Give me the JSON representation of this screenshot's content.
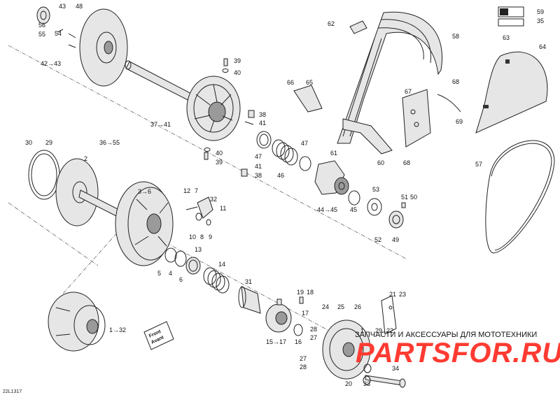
{
  "diagram_code": "22L1317",
  "front_sign": [
    "Front",
    "Avant"
  ],
  "watermark": {
    "caption": "ЗАПЧАСТИ И АКСЕССУАРЫ ДЛЯ МОТОТЕХНИКИ",
    "brand": "PARTSFOR.RU",
    "brand_color": "#ff3b32"
  },
  "callouts": [
    {
      "id": "c56",
      "text": "56"
    },
    {
      "id": "c55",
      "text": "55"
    },
    {
      "id": "c54",
      "text": "54"
    },
    {
      "id": "c43",
      "text": "43"
    },
    {
      "id": "c48",
      "text": "48"
    },
    {
      "id": "c4243",
      "text": "42→43"
    },
    {
      "id": "c39a",
      "text": "39"
    },
    {
      "id": "c40a",
      "text": "40"
    },
    {
      "id": "c3741",
      "text": "37→41"
    },
    {
      "id": "c38a",
      "text": "38"
    },
    {
      "id": "c41a",
      "text": "41"
    },
    {
      "id": "c3655",
      "text": "36→55"
    },
    {
      "id": "c30",
      "text": "30"
    },
    {
      "id": "c29",
      "text": "29"
    },
    {
      "id": "c2",
      "text": "2"
    },
    {
      "id": "c40b",
      "text": "40"
    },
    {
      "id": "c39b",
      "text": "39"
    },
    {
      "id": "c47a",
      "text": "47"
    },
    {
      "id": "c41b",
      "text": "41"
    },
    {
      "id": "c38b",
      "text": "38"
    },
    {
      "id": "c46",
      "text": "46"
    },
    {
      "id": "c47b",
      "text": "47"
    },
    {
      "id": "c4445",
      "text": "44→45"
    },
    {
      "id": "c45",
      "text": "45"
    },
    {
      "id": "c53",
      "text": "53"
    },
    {
      "id": "c51",
      "text": "51"
    },
    {
      "id": "c50",
      "text": "50"
    },
    {
      "id": "c52",
      "text": "52"
    },
    {
      "id": "c49",
      "text": "49"
    },
    {
      "id": "c36",
      "text": "3→6"
    },
    {
      "id": "c12",
      "text": "12"
    },
    {
      "id": "c7",
      "text": "7"
    },
    {
      "id": "c32a",
      "text": "32"
    },
    {
      "id": "c11",
      "text": "11"
    },
    {
      "id": "c10",
      "text": "10"
    },
    {
      "id": "c8",
      "text": "8"
    },
    {
      "id": "c9",
      "text": "9"
    },
    {
      "id": "c13",
      "text": "13"
    },
    {
      "id": "c5",
      "text": "5"
    },
    {
      "id": "c4",
      "text": "4"
    },
    {
      "id": "c6",
      "text": "6"
    },
    {
      "id": "c14",
      "text": "14"
    },
    {
      "id": "c31",
      "text": "31"
    },
    {
      "id": "c19",
      "text": "19"
    },
    {
      "id": "c18",
      "text": "18"
    },
    {
      "id": "c17",
      "text": "17"
    },
    {
      "id": "c1517",
      "text": "15→17"
    },
    {
      "id": "c16",
      "text": "16"
    },
    {
      "id": "c24",
      "text": "24"
    },
    {
      "id": "c25",
      "text": "25"
    },
    {
      "id": "c26",
      "text": "26"
    },
    {
      "id": "c21",
      "text": "21"
    },
    {
      "id": "c23",
      "text": "23"
    },
    {
      "id": "c28a",
      "text": "28"
    },
    {
      "id": "c27a",
      "text": "27"
    },
    {
      "id": "c1",
      "text": "1"
    },
    {
      "id": "c29b",
      "text": "29"
    },
    {
      "id": "c22",
      "text": "22"
    },
    {
      "id": "c27b",
      "text": "27"
    },
    {
      "id": "c28b",
      "text": "28"
    },
    {
      "id": "c34",
      "text": "34"
    },
    {
      "id": "c20",
      "text": "20"
    },
    {
      "id": "c33",
      "text": "33"
    },
    {
      "id": "c132",
      "text": "1→32"
    },
    {
      "id": "c62",
      "text": "62"
    },
    {
      "id": "c58",
      "text": "58"
    },
    {
      "id": "c59",
      "text": "59"
    },
    {
      "id": "c35",
      "text": "35"
    },
    {
      "id": "c63",
      "text": "63"
    },
    {
      "id": "c64",
      "text": "64"
    },
    {
      "id": "c66",
      "text": "66"
    },
    {
      "id": "c65",
      "text": "65"
    },
    {
      "id": "c68a",
      "text": "68"
    },
    {
      "id": "c67",
      "text": "67"
    },
    {
      "id": "c69",
      "text": "69"
    },
    {
      "id": "c61",
      "text": "61"
    },
    {
      "id": "c60",
      "text": "60"
    },
    {
      "id": "c68b",
      "text": "68"
    },
    {
      "id": "c57",
      "text": "57"
    }
  ]
}
